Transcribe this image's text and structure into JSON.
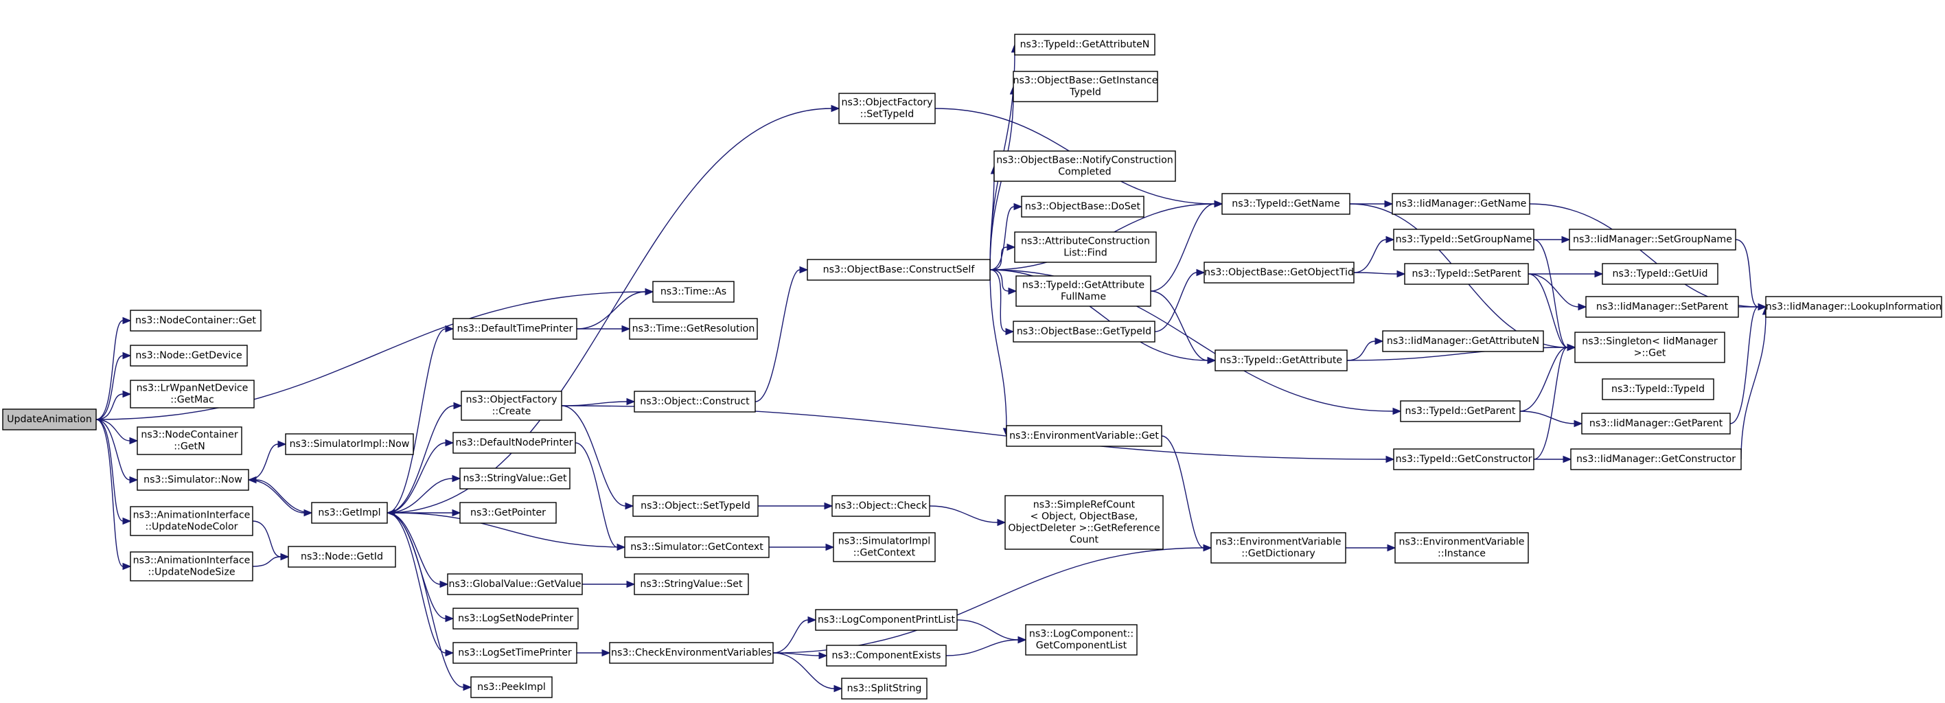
{
  "colors": {
    "edge": "#191970",
    "root_fill": "#bfbfbf",
    "node_fill": "#ffffff",
    "border": "#000000"
  },
  "nodes": [
    {
      "id": "ua",
      "lines": [
        "UpdateAnimation"
      ],
      "root": true
    },
    {
      "id": "ncget",
      "lines": [
        "ns3::NodeContainer::Get"
      ]
    },
    {
      "id": "nodegetdev",
      "lines": [
        "ns3::Node::GetDevice"
      ]
    },
    {
      "id": "lrwpan",
      "lines": [
        "ns3::LrWpanNetDevice",
        "::GetMac"
      ]
    },
    {
      "id": "ncgetn",
      "lines": [
        "ns3::NodeContainer",
        "::GetN"
      ]
    },
    {
      "id": "simnow",
      "lines": [
        "ns3::Simulator::Now"
      ]
    },
    {
      "id": "aicolor",
      "lines": [
        "ns3::AnimationInterface",
        "::UpdateNodeColor"
      ]
    },
    {
      "id": "aisize",
      "lines": [
        "ns3::AnimationInterface",
        "::UpdateNodeSize"
      ]
    },
    {
      "id": "timeas",
      "lines": [
        "ns3::Time::As"
      ]
    },
    {
      "id": "dtp",
      "lines": [
        "ns3::DefaultTimePrinter"
      ]
    },
    {
      "id": "timeres",
      "lines": [
        "ns3::Time::GetResolution"
      ]
    },
    {
      "id": "ofcreate",
      "lines": [
        "ns3::ObjectFactory",
        "::Create"
      ]
    },
    {
      "id": "dnp",
      "lines": [
        "ns3::DefaultNodePrinter"
      ]
    },
    {
      "id": "svget",
      "lines": [
        "ns3::StringValue::Get"
      ]
    },
    {
      "id": "getptr",
      "lines": [
        "ns3::GetPointer"
      ]
    },
    {
      "id": "getimpl",
      "lines": [
        "ns3::GetImpl"
      ]
    },
    {
      "id": "simimplnow",
      "lines": [
        "ns3::SimulatorImpl::Now"
      ]
    },
    {
      "id": "nodegetid",
      "lines": [
        "ns3::Node::GetId"
      ]
    },
    {
      "id": "gvgetvalue",
      "lines": [
        "ns3::GlobalValue::GetValue"
      ]
    },
    {
      "id": "logsetnp",
      "lines": [
        "ns3::LogSetNodePrinter"
      ]
    },
    {
      "id": "logsettp",
      "lines": [
        "ns3::LogSetTimePrinter"
      ]
    },
    {
      "id": "peekimpl",
      "lines": [
        "ns3::PeekImpl"
      ]
    },
    {
      "id": "ofsettypeid",
      "lines": [
        "ns3::ObjectFactory",
        "::SetTypeId"
      ]
    },
    {
      "id": "objconstruct",
      "lines": [
        "ns3::Object::Construct"
      ]
    },
    {
      "id": "objsettypeid",
      "lines": [
        "ns3::Object::SetTypeId"
      ]
    },
    {
      "id": "simgetctx",
      "lines": [
        "ns3::Simulator::GetContext"
      ]
    },
    {
      "id": "svset",
      "lines": [
        "ns3::StringValue::Set"
      ]
    },
    {
      "id": "checkenv",
      "lines": [
        "ns3::CheckEnvironmentVariables"
      ]
    },
    {
      "id": "obcs",
      "lines": [
        "ns3::ObjectBase::ConstructSelf"
      ]
    },
    {
      "id": "objcheck",
      "lines": [
        "ns3::Object::Check"
      ]
    },
    {
      "id": "simimplgetctx",
      "lines": [
        "ns3::SimulatorImpl",
        "::GetContext"
      ]
    },
    {
      "id": "lcpl",
      "lines": [
        "ns3::LogComponentPrintList"
      ]
    },
    {
      "id": "compexists",
      "lines": [
        "ns3::ComponentExists"
      ]
    },
    {
      "id": "splitstr",
      "lines": [
        "ns3::SplitString"
      ]
    },
    {
      "id": "tidgetattrn",
      "lines": [
        "ns3::TypeId::GetAttributeN"
      ]
    },
    {
      "id": "obgetinst",
      "lines": [
        "ns3::ObjectBase::GetInstance",
        "TypeId"
      ]
    },
    {
      "id": "obnotify",
      "lines": [
        "ns3::ObjectBase::NotifyConstruction",
        "Completed"
      ]
    },
    {
      "id": "obdoset",
      "lines": [
        "ns3::ObjectBase::DoSet"
      ]
    },
    {
      "id": "acfind",
      "lines": [
        "ns3::AttributeConstruction",
        "List::Find"
      ]
    },
    {
      "id": "tidgetattrfull",
      "lines": [
        "ns3::TypeId::GetAttribute",
        "FullName"
      ]
    },
    {
      "id": "obgettypeid",
      "lines": [
        "ns3::ObjectBase::GetTypeId"
      ]
    },
    {
      "id": "envget",
      "lines": [
        "ns3::EnvironmentVariable::Get"
      ]
    },
    {
      "id": "srcgetref",
      "lines": [
        "ns3::SimpleRefCount",
        "< Object, ObjectBase,",
        "ObjectDeleter >::GetReference",
        "Count"
      ]
    },
    {
      "id": "lcgetlist",
      "lines": [
        "ns3::LogComponent::",
        "GetComponentList"
      ]
    },
    {
      "id": "tidgetname",
      "lines": [
        "ns3::TypeId::GetName"
      ]
    },
    {
      "id": "obgetobjtid",
      "lines": [
        "ns3::ObjectBase::GetObjectTid"
      ]
    },
    {
      "id": "tidgetattr",
      "lines": [
        "ns3::TypeId::GetAttribute"
      ]
    },
    {
      "id": "tidgetparent",
      "lines": [
        "ns3::TypeId::GetParent"
      ]
    },
    {
      "id": "tidgetctor",
      "lines": [
        "ns3::TypeId::GetConstructor"
      ]
    },
    {
      "id": "envgetdict",
      "lines": [
        "ns3::EnvironmentVariable",
        "::GetDictionary"
      ]
    },
    {
      "id": "iidgetname",
      "lines": [
        "ns3::IidManager::GetName"
      ]
    },
    {
      "id": "tidsetgroup",
      "lines": [
        "ns3::TypeId::SetGroupName"
      ]
    },
    {
      "id": "tidsetparent",
      "lines": [
        "ns3::TypeId::SetParent"
      ]
    },
    {
      "id": "iidgetattrn",
      "lines": [
        "ns3::IidManager::GetAttributeN"
      ]
    },
    {
      "id": "envinst",
      "lines": [
        "ns3::EnvironmentVariable",
        "::Instance"
      ]
    },
    {
      "id": "iidsetgroup",
      "lines": [
        "ns3::IidManager::SetGroupName"
      ]
    },
    {
      "id": "tidgetuid",
      "lines": [
        "ns3::TypeId::GetUid"
      ]
    },
    {
      "id": "iidsetparent",
      "lines": [
        "ns3::IidManager::SetParent"
      ]
    },
    {
      "id": "singleton",
      "lines": [
        "ns3::Singleton< IidManager",
        ">::Get"
      ]
    },
    {
      "id": "tidtypeid",
      "lines": [
        "ns3::TypeId::TypeId"
      ]
    },
    {
      "id": "iidgetparent",
      "lines": [
        "ns3::IidManager::GetParent"
      ]
    },
    {
      "id": "iidgetctor",
      "lines": [
        "ns3::IidManager::GetConstructor"
      ]
    },
    {
      "id": "iidlookup",
      "lines": [
        "ns3::IidManager::LookupInformation"
      ]
    }
  ],
  "edges": [
    [
      "ua",
      "timeas"
    ],
    [
      "ua",
      "ncget"
    ],
    [
      "ua",
      "nodegetdev"
    ],
    [
      "ua",
      "lrwpan"
    ],
    [
      "ua",
      "ncgetn"
    ],
    [
      "ua",
      "simnow"
    ],
    [
      "ua",
      "aicolor"
    ],
    [
      "ua",
      "aisize"
    ],
    [
      "simnow",
      "simimplnow"
    ],
    [
      "simnow",
      "getimpl"
    ],
    [
      "aicolor",
      "nodegetid"
    ],
    [
      "aisize",
      "nodegetid"
    ],
    [
      "dtp",
      "timeas"
    ],
    [
      "dtp",
      "timeres"
    ],
    [
      "getimpl",
      "dtp"
    ],
    [
      "getimpl",
      "ofcreate"
    ],
    [
      "getimpl",
      "dnp"
    ],
    [
      "getimpl",
      "svget"
    ],
    [
      "getimpl",
      "getptr"
    ],
    [
      "getimpl",
      "gvgetvalue"
    ],
    [
      "getimpl",
      "logsetnp"
    ],
    [
      "getimpl",
      "logsettp"
    ],
    [
      "getimpl",
      "peekimpl"
    ],
    [
      "getimpl",
      "simnow"
    ],
    [
      "getimpl",
      "ofsettypeid"
    ],
    [
      "ofcreate",
      "objconstruct"
    ],
    [
      "ofcreate",
      "objsettypeid"
    ],
    [
      "ofcreate",
      "tidgetctor"
    ],
    [
      "dnp",
      "simgetctx"
    ],
    [
      "simgetctx",
      "getimpl"
    ],
    [
      "simgetctx",
      "simimplgetctx"
    ],
    [
      "gvgetvalue",
      "svset"
    ],
    [
      "logsettp",
      "checkenv"
    ],
    [
      "checkenv",
      "lcpl"
    ],
    [
      "checkenv",
      "compexists"
    ],
    [
      "checkenv",
      "splitstr"
    ],
    [
      "checkenv",
      "envgetdict"
    ],
    [
      "lcpl",
      "lcgetlist"
    ],
    [
      "compexists",
      "lcgetlist"
    ],
    [
      "objconstruct",
      "obcs"
    ],
    [
      "objsettypeid",
      "objcheck"
    ],
    [
      "objcheck",
      "srcgetref"
    ],
    [
      "ofsettypeid",
      "tidgetname"
    ],
    [
      "obcs",
      "tidgetattrn"
    ],
    [
      "obcs",
      "obgetinst"
    ],
    [
      "obcs",
      "obnotify"
    ],
    [
      "obcs",
      "obdoset"
    ],
    [
      "obcs",
      "acfind"
    ],
    [
      "obcs",
      "tidgetattrfull"
    ],
    [
      "obcs",
      "obgettypeid"
    ],
    [
      "obcs",
      "envget"
    ],
    [
      "obcs",
      "tidgetname"
    ],
    [
      "obcs",
      "tidgetattr"
    ],
    [
      "obcs",
      "tidgetparent"
    ],
    [
      "tidgetattrfull",
      "tidgetname"
    ],
    [
      "tidgetattrfull",
      "tidgetattr"
    ],
    [
      "obgettypeid",
      "obgetobjtid"
    ],
    [
      "obgetobjtid",
      "tidsetgroup"
    ],
    [
      "obgetobjtid",
      "tidsetparent"
    ],
    [
      "envget",
      "envgetdict"
    ],
    [
      "envgetdict",
      "envinst"
    ],
    [
      "tidgetname",
      "iidgetname"
    ],
    [
      "tidgetname",
      "singleton"
    ],
    [
      "tidgetattr",
      "iidgetattrn"
    ],
    [
      "tidgetattr",
      "singleton"
    ],
    [
      "tidgetparent",
      "singleton"
    ],
    [
      "tidgetparent",
      "iidgetparent"
    ],
    [
      "tidgetctor",
      "singleton"
    ],
    [
      "tidgetctor",
      "iidgetctor"
    ],
    [
      "tidsetgroup",
      "iidsetgroup"
    ],
    [
      "tidsetgroup",
      "singleton"
    ],
    [
      "tidsetparent",
      "tidgetuid"
    ],
    [
      "tidsetparent",
      "iidsetparent"
    ],
    [
      "tidsetparent",
      "singleton"
    ],
    [
      "iidgetname",
      "iidlookup"
    ],
    [
      "iidsetgroup",
      "iidlookup"
    ],
    [
      "iidsetparent",
      "iidlookup"
    ],
    [
      "iidgetparent",
      "iidlookup"
    ],
    [
      "iidgetctor",
      "iidlookup"
    ]
  ]
}
